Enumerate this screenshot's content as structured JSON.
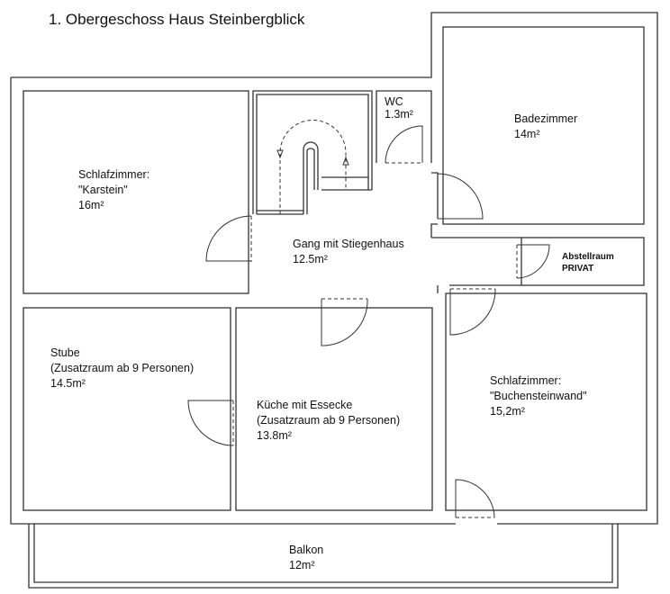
{
  "title": "1. Obergeschoss Haus Steinbergblick",
  "rooms": {
    "schlafzimmer_karstein": {
      "line1": "Schlafzimmer:",
      "line2": "\"Karstein\"",
      "area": "16m²"
    },
    "wc": {
      "line1": "WC",
      "area": "1.3m²"
    },
    "badezimmer": {
      "line1": "Badezimmer",
      "area": "14m²"
    },
    "gang": {
      "line1": "Gang mit Stiegenhaus",
      "area": "12.5m²"
    },
    "abstellraum": {
      "line1": "Abstellraum",
      "line2": "PRIVAT"
    },
    "stube": {
      "line1": "Stube",
      "line2": "(Zusatzraum ab 9 Personen)",
      "area": "14.5m²"
    },
    "kueche": {
      "line1": "Küche mit Essecke",
      "line2": "(Zusatzraum ab 9 Personen)",
      "area": "13.8m²"
    },
    "schlafzimmer_buchensteinwand": {
      "line1": "Schlafzimmer:",
      "line2": "\"Buchensteinwand\"",
      "area": "15,2m²"
    },
    "balkon": {
      "line1": "Balkon",
      "area": "12m²"
    }
  }
}
